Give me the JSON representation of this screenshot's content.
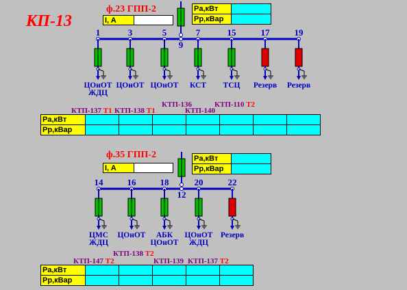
{
  "title": "КП-13",
  "section1": {
    "feeder": "ф.23  ГПП-2",
    "current_label": "I, A",
    "power_labels": [
      "Pa,кВт",
      "Pp,кВар"
    ],
    "bus_number": "9",
    "cells": [
      {
        "num": "1",
        "breaker": "green",
        "name_lines": [
          "ЦОнОТ",
          "ЖДЦ"
        ]
      },
      {
        "num": "3",
        "breaker": "green",
        "name_lines": [
          "ЦОнОТ"
        ]
      },
      {
        "num": "5",
        "breaker": "green",
        "name_lines": [
          "ЦОнОТ"
        ]
      },
      {
        "num": "7",
        "breaker": "green",
        "name_lines": [
          "КСТ"
        ]
      },
      {
        "num": "15",
        "breaker": "green",
        "name_lines": [
          "ТСЦ"
        ]
      },
      {
        "num": "17",
        "breaker": "red",
        "name_lines": [
          "Резерв"
        ]
      },
      {
        "num": "19",
        "breaker": "red",
        "name_lines": [
          "Резерв"
        ]
      }
    ],
    "links": [
      {
        "text": "КТП-137",
        "t": "Т1"
      },
      {
        "text": "КТП-138",
        "t": "Т1"
      },
      {
        "text": "КТП-136",
        "t": ""
      },
      {
        "text": "КТП-140",
        "t": ""
      },
      {
        "text": "КТП-110",
        "t": "Т2"
      }
    ],
    "table_labels": [
      "Pa,кВт",
      "Pp,кВар"
    ]
  },
  "section2": {
    "feeder": "ф.35  ГПП-2",
    "current_label": "I, A",
    "power_labels": [
      "Pa,кВт",
      "Pp,кВар"
    ],
    "bus_number": "12",
    "cells": [
      {
        "num": "14",
        "breaker": "green",
        "name_lines": [
          "ЦМС",
          "ЖДЦ"
        ]
      },
      {
        "num": "16",
        "breaker": "green",
        "name_lines": [
          "ЦОнОТ"
        ]
      },
      {
        "num": "18",
        "breaker": "green",
        "name_lines": [
          "АБК",
          "ЦОнОТ"
        ]
      },
      {
        "num": "20",
        "breaker": "green",
        "name_lines": [
          "ЦОнОТ",
          "ЖДЦ"
        ]
      },
      {
        "num": "22",
        "breaker": "red",
        "name_lines": [
          "Резерв"
        ]
      }
    ],
    "links": [
      {
        "text": "КТП-147",
        "t": "Т2"
      },
      {
        "text": "КТП-138",
        "t": "Т2"
      },
      {
        "text": "КТП-139",
        "t": ""
      },
      {
        "text": "КТП-137",
        "t": "Т2"
      }
    ],
    "table_labels": [
      "Pa,кВт",
      "Pp,кВар"
    ]
  },
  "colors": {
    "background": "#c0c0c0",
    "bus_blue": "#0000c0",
    "breaker_on": "#00c000",
    "breaker_off": "#e00000",
    "title_red": "#ff0000",
    "link_purple": "#800080",
    "label_yellow": "#ffff00",
    "value_cyan": "#00ffff"
  }
}
